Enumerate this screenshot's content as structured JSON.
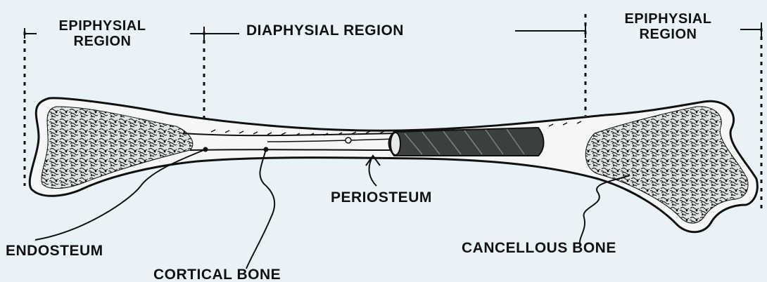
{
  "labels": {
    "epiphysial_left": {
      "line1": "EPIPHYSIAL",
      "line2": "REGION"
    },
    "diaphysial": "DIAPHYSIAL REGION",
    "epiphysial_right": {
      "line1": "EPIPHYSIAL",
      "line2": "REGION"
    },
    "periosteum": "PERIOSTEUM",
    "endosteum": "ENDOSTEUM",
    "cortical_bone": "CORTICAL BONE",
    "cancellous_bone": "CANCELLOUS BONE"
  },
  "colors": {
    "background": "#e9f3f7",
    "ink": "#111111",
    "bone_fill": "#f4f7f6",
    "periosteum_fill": "#3a3f3f"
  }
}
